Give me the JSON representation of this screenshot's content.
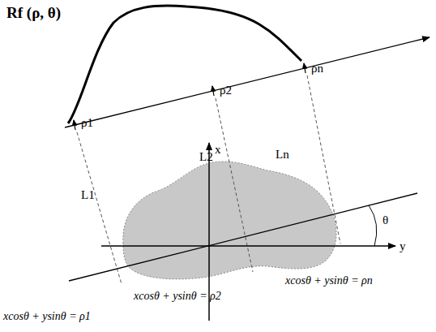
{
  "diagram": {
    "labels": [
      "Rf (ρ, θ)",
      "ρ1",
      "ρ2",
      "ρn",
      "L1",
      "L2",
      "Ln",
      "x",
      "y",
      "θ",
      "xcosθ + ysinθ = ρ1",
      "xcosθ + ysinθ = ρ2",
      "xcosθ + ysinθ = ρn"
    ]
  }
}
